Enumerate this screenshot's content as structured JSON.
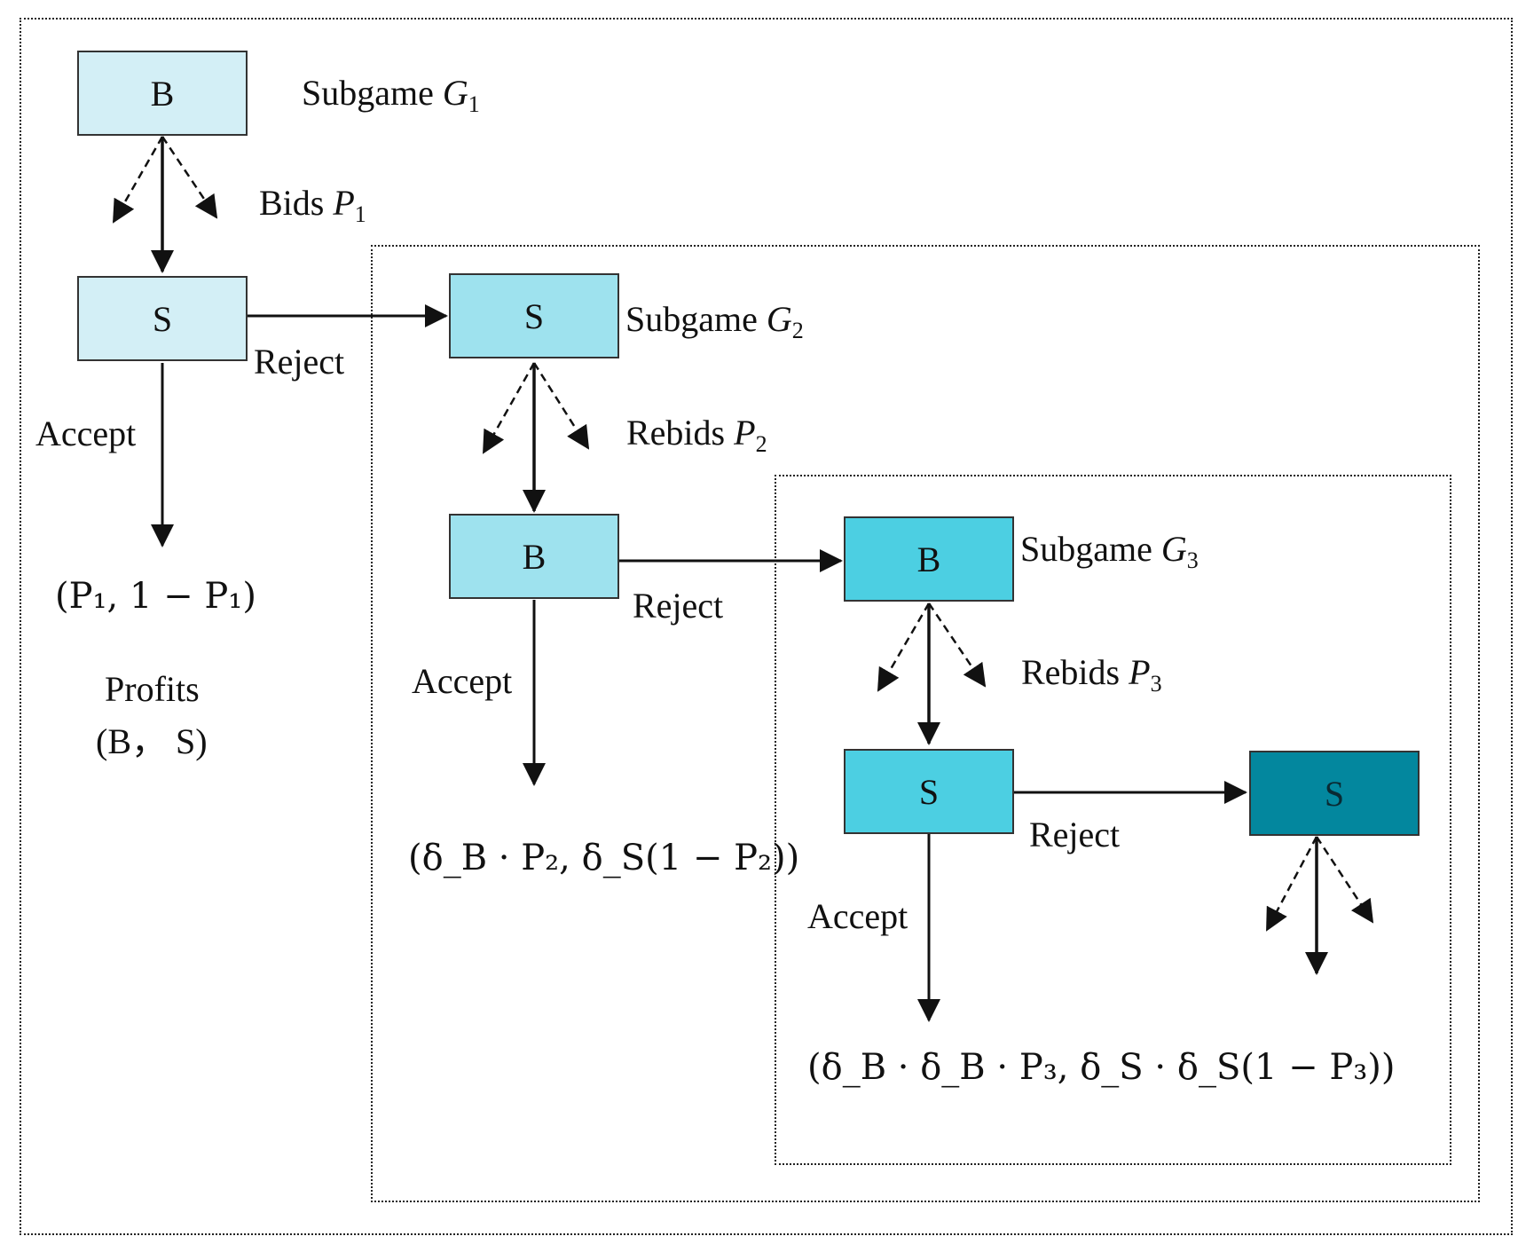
{
  "nodes": {
    "n1": {
      "label": "B",
      "fill": "#d3eff6"
    },
    "n2": {
      "label": "S",
      "fill": "#d3eff6"
    },
    "n3": {
      "label": "S",
      "fill": "#9ee2ee"
    },
    "n4": {
      "label": "B",
      "fill": "#9ee2ee"
    },
    "n5": {
      "label": "B",
      "fill": "#4ccfe2"
    },
    "n6": {
      "label": "S",
      "fill": "#4ccfe2"
    },
    "n7": {
      "label": "S",
      "fill": "#03879e",
      "text_color": "#0a2a33"
    }
  },
  "subgames": {
    "g1": {
      "text": "Subgame",
      "var": "G",
      "sub": "1"
    },
    "g2": {
      "text": "Subgame",
      "var": "G",
      "sub": "2"
    },
    "g3": {
      "text": "Subgame",
      "var": "G",
      "sub": "3"
    }
  },
  "bids": {
    "b1": {
      "text": "Bids",
      "var": "P",
      "sub": "1"
    },
    "b2": {
      "text": "Rebids",
      "var": "P",
      "sub": "2"
    },
    "b3": {
      "text": "Rebids",
      "var": "P",
      "sub": "3"
    }
  },
  "edge_labels": {
    "reject": "Reject",
    "accept": "Accept"
  },
  "payoffs": {
    "p1": "(P₁, 1 − P₁)",
    "p2": "(δ_B · P₂, δ_S(1 − P₂))",
    "p3": "(δ_B · δ_B · P₃, δ_S · δ_S(1 − P₃))"
  },
  "profits": {
    "title": "Profits",
    "pair": "(B， S)"
  }
}
